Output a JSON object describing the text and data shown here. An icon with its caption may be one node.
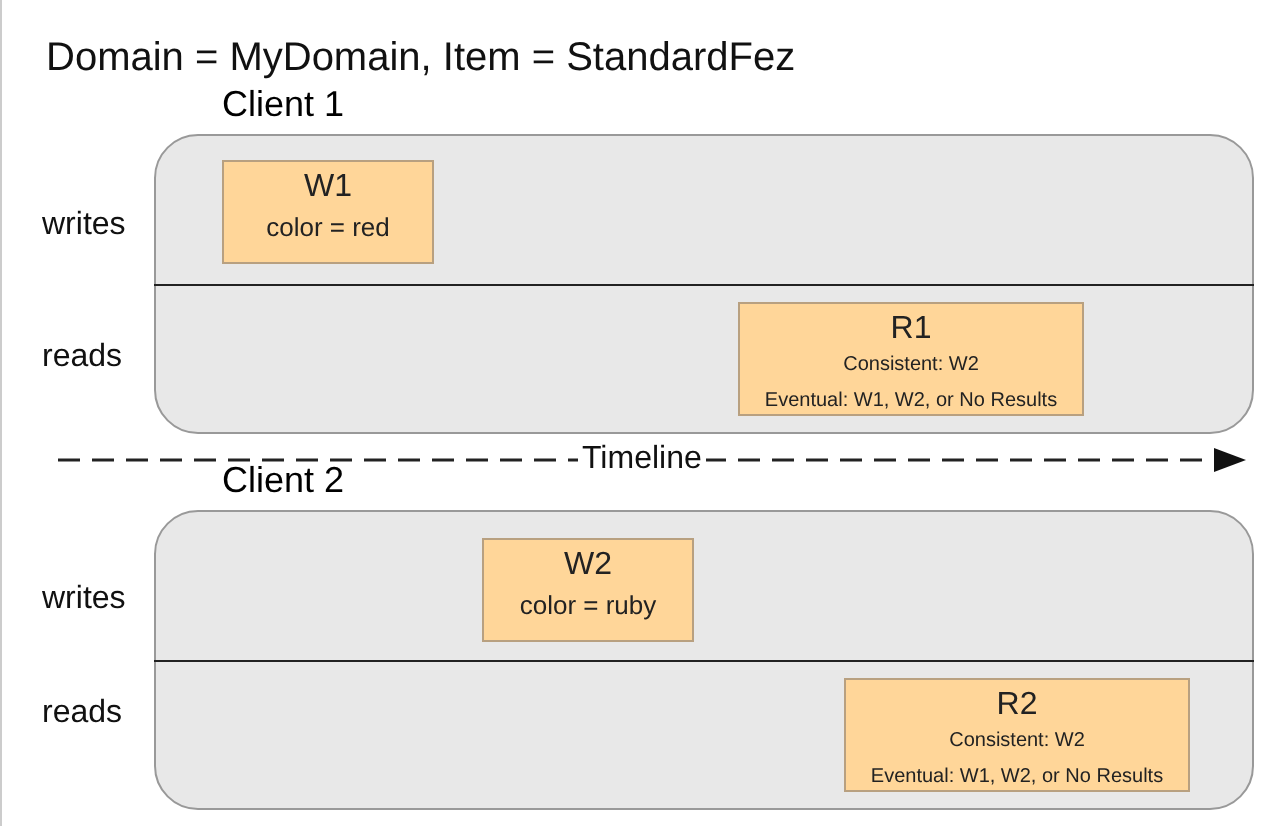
{
  "diagram": {
    "title": "Domain = MyDomain, Item = StandardFez",
    "nodes": [
      {
        "text": [
          "Client 1"
        ]
      },
      {
        "text": [
          "W1",
          "color = red"
        ],
        "in": 0
      },
      {
        "text": [
          "R1",
          "Consistent: W2",
          "Eventual: W1, W2, or No Results"
        ],
        "in": 0
      },
      {
        "text": [
          "Client 2"
        ]
      },
      {
        "text": [
          "W2",
          "color = ruby"
        ],
        "in": 3
      },
      {
        "text": [
          "R2",
          "Consistent: W2",
          "Eventual: W1, W2, or No Results"
        ],
        "in": 3
      }
    ],
    "edges": [],
    "labels": [
      "writes",
      "reads",
      "Timeline",
      "writes",
      "reads"
    ]
  }
}
